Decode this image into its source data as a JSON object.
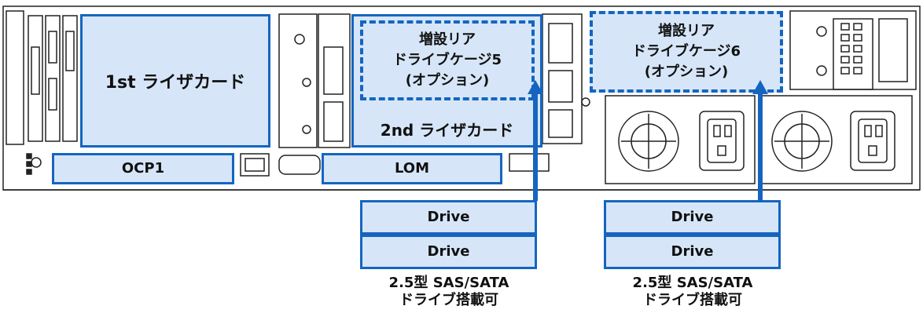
{
  "riser1": "1st ライザカード",
  "riser2": "2nd ライザカード",
  "ocp": "OCP1",
  "lom": "LOM",
  "cage5": {
    "line1": "増設リア",
    "line2": "ドライブケージ5",
    "line3": "(オプション)"
  },
  "cage6": {
    "line1": "増設リア",
    "line2": "ドライブケージ6",
    "line3": "(オプション)"
  },
  "drive_label": "Drive",
  "left_stack": {
    "drive1": "Drive",
    "drive2": "Drive",
    "caption1": "2.5型 SAS/SATA",
    "caption2": "ドライブ搭載可"
  },
  "right_stack": {
    "drive1": "Drive",
    "drive2": "Drive",
    "caption1": "2.5型 SAS/SATA",
    "caption2": "ドライブ搭載可"
  },
  "colors": {
    "accent": "#1565c0",
    "fill": "#d6e6f8",
    "line": "#222222"
  }
}
